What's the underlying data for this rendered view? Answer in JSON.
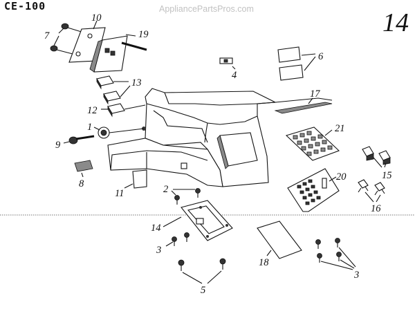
{
  "header": {
    "model": "CE-100",
    "watermark": "AppliancePartsPros.com",
    "page_number": "14"
  },
  "callouts": [
    "7",
    "10",
    "19",
    "4",
    "6",
    "13",
    "12",
    "17",
    "1",
    "9",
    "21",
    "8",
    "11",
    "2",
    "20",
    "15",
    "16",
    "14",
    "3",
    "18",
    "5",
    "3"
  ],
  "colors": {
    "ink": "#111111",
    "shade": "#8a8a8a",
    "watermark": "#c2c2c2"
  }
}
